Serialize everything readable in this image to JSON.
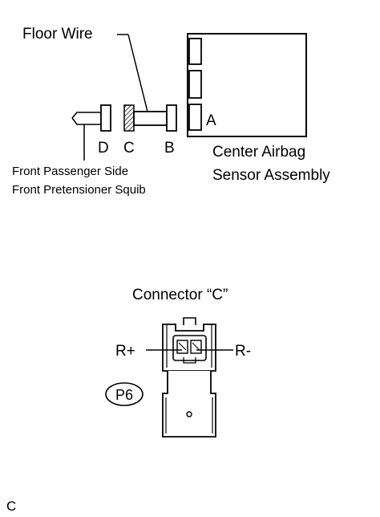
{
  "top_diagram": {
    "floor_wire_label": "Floor Wire",
    "connector_letters": {
      "a": "A",
      "b": "B",
      "c": "C",
      "d": "D"
    },
    "squib_label_line1": "Front Passenger Side",
    "squib_label_line2": "Front Pretensioner  Squib",
    "sensor_label_line1": "Center Airbag",
    "sensor_label_line2": "Sensor Assembly"
  },
  "connector_view": {
    "title": "Connector “C”",
    "terminal_plus": "R+",
    "terminal_minus": "R-",
    "connector_code": "P6"
  },
  "figure_code": "C"
}
